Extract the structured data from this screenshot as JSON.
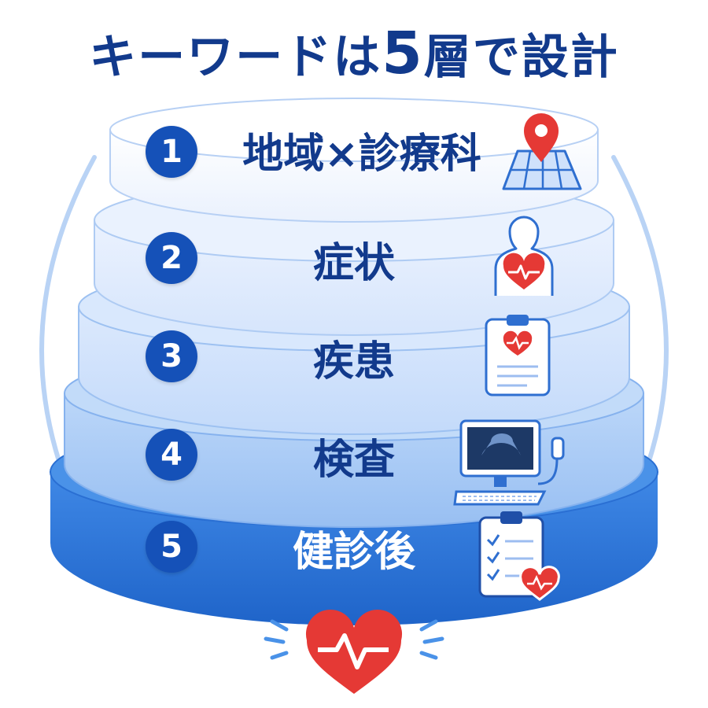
{
  "title": {
    "prefix": "キーワードは",
    "number": "5",
    "suffix": "層で設計"
  },
  "layers": [
    {
      "number": "1",
      "label": "地域×診療科",
      "icon": "map-pin-icon",
      "label_color": "#123a8c"
    },
    {
      "number": "2",
      "label": "症状",
      "icon": "torso-heart-icon",
      "label_color": "#123a8c"
    },
    {
      "number": "3",
      "label": "疾患",
      "icon": "clipboard-heart-icon",
      "label_color": "#123a8c"
    },
    {
      "number": "4",
      "label": "検査",
      "icon": "ultrasound-monitor-icon",
      "label_color": "#123a8c"
    },
    {
      "number": "5",
      "label": "健診後",
      "icon": "checklist-heart-icon",
      "label_color": "#ffffff"
    }
  ],
  "colors": {
    "title": "#123a8c",
    "badge": "#1551b8",
    "layer_fills": [
      "#f3f7ff",
      "#e1ecfd",
      "#cfe1fb",
      "#a9cbf6",
      "#2f79de"
    ],
    "heart": "#e53935",
    "arc": "#b9d3f5"
  },
  "footer_icon": "heartbeat-heart-icon"
}
